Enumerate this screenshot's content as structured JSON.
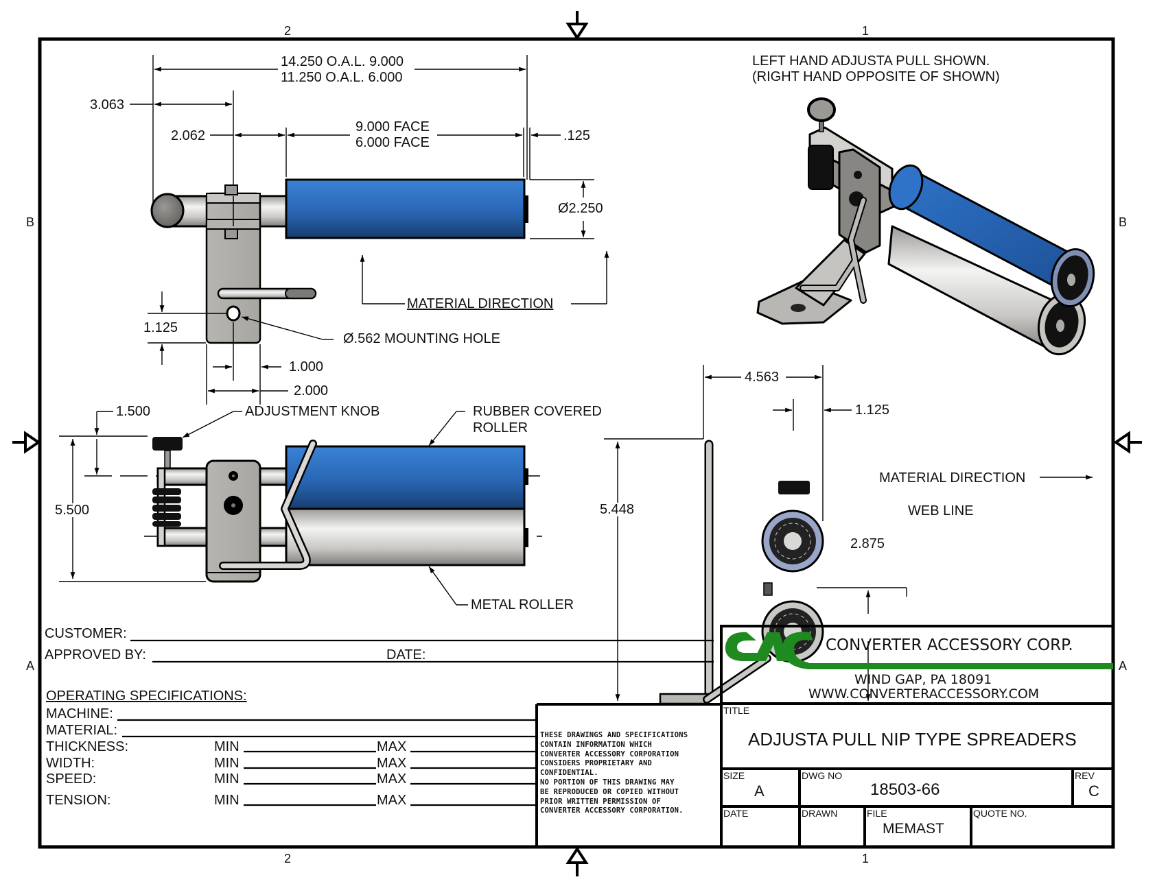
{
  "sheet": {
    "zones": {
      "top_cols": [
        "2",
        "1"
      ],
      "bottom_cols": [
        "2",
        "1"
      ],
      "left_rows": [
        "B",
        "A"
      ],
      "right_rows": [
        "B",
        "A"
      ]
    }
  },
  "top_view": {
    "oal_line1": "14.250 O.A.L. 9.000",
    "oal_line2": "11.250 O.A.L. 6.000",
    "dim_3063": "3.063",
    "dim_2062": "2.062",
    "face_line1": "9.000 FACE",
    "face_line2": "6.000 FACE",
    "dim_125": ".125",
    "dia_2250": "Ø2.250",
    "material_direction": "MATERIAL DIRECTION",
    "dim_1125": "1.125",
    "mounting_hole": "Ø.562 MOUNTING HOLE",
    "dim_1000": "1.000",
    "dim_2000": "2.000"
  },
  "front_view": {
    "dim_1500": "1.500",
    "adjustment_knob": "ADJUSTMENT KNOB",
    "rubber_roller_line1": "RUBBER COVERED",
    "rubber_roller_line2": "ROLLER",
    "dim_5500": "5.500",
    "metal_roller": "METAL ROLLER"
  },
  "end_view": {
    "dim_4563": "4.563",
    "dim_1125": "1.125",
    "dim_5448": "5.448",
    "material_direction": "MATERIAL DIRECTION",
    "web_line": "WEB LINE",
    "dim_2875": "2.875"
  },
  "iso_view": {
    "note_line1": "LEFT HAND ADJUSTA PULL SHOWN.",
    "note_line2": "(RIGHT HAND OPPOSITE OF SHOWN)"
  },
  "form": {
    "customer_label": "CUSTOMER:",
    "approved_label": "APPROVED BY:",
    "date_label": "DATE:",
    "op_spec_heading": "OPERATING SPECIFICATIONS:",
    "machine_label": "MACHINE:",
    "material_label": "MATERIAL:",
    "rows": [
      {
        "label": "THICKNESS:",
        "min": "MIN",
        "max": "MAX"
      },
      {
        "label": "WIDTH:",
        "min": "MIN",
        "max": "MAX"
      },
      {
        "label": "SPEED:",
        "min": "MIN",
        "max": "MAX"
      },
      {
        "label": "TENSION:",
        "min": "MIN",
        "max": "MAX"
      }
    ]
  },
  "disclaimer": "THESE DRAWINGS AND SPECIFICATIONS\nCONTAIN INFORMATION WHICH\nCONVERTER ACCESSORY CORPORATION\nCONSIDERS PROPRIETARY AND\nCONFIDENTIAL.\nNO PORTION OF THIS DRAWING MAY\nBE REPRODUCED OR COPIED WITHOUT\nPRIOR WRITTEN PERMISSION OF\nCONVERTER ACCESSORY CORPORATION.",
  "title_block": {
    "logo_text": "CAC",
    "company": "CONVERTER ACCESSORY CORP.",
    "address": "WIND GAP, PA 18091",
    "website": "WWW.CONVERTERACCESSORY.COM",
    "title_label": "TITLE",
    "title": "ADJUSTA PULL NIP TYPE SPREADERS",
    "size_label": "SIZE",
    "size": "A",
    "dwg_no_label": "DWG NO",
    "dwg_no": "18503-66",
    "rev_label": "REV",
    "rev": "C",
    "date_label": "DATE",
    "date": "",
    "drawn_label": "DRAWN",
    "drawn": "",
    "file_label": "FILE",
    "file": "MEMAST",
    "quote_label": "QUOTE NO.",
    "quote": ""
  },
  "colors": {
    "rubber_roller": "#2f72c4",
    "metal": "#b9b7b2",
    "logo_green": "#1f8a1f"
  }
}
